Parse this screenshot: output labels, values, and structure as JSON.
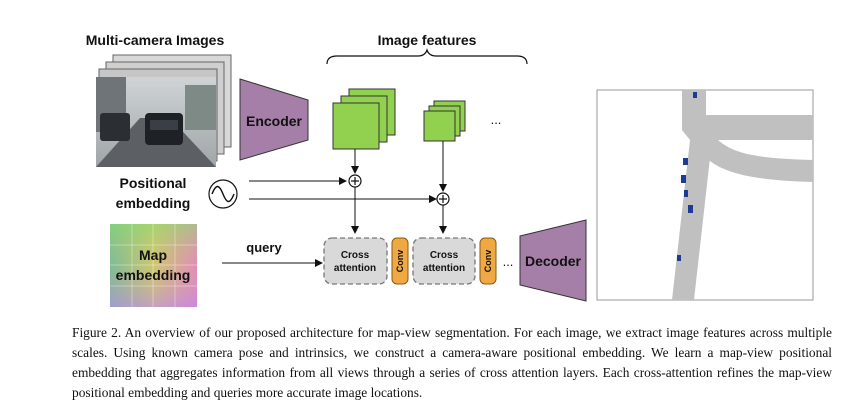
{
  "labels": {
    "multi_camera": "Multi-camera Images",
    "image_features": "Image features",
    "encoder": "Encoder",
    "ellipsis1": "...",
    "positional1": "Positional",
    "positional2": "embedding",
    "map1": "Map",
    "map2": "embedding",
    "query": "query",
    "cross1a": "Cross",
    "cross1b": "attention",
    "cross2a": "Cross",
    "cross2b": "attention",
    "conv1": "Conv",
    "conv2": "Conv",
    "ellipsis2": "...",
    "decoder": "Decoder"
  },
  "caption": "Figure 2. An overview of our proposed architecture for map-view segmentation. For each image, we extract image features across multiple scales. Using known camera pose and intrinsics, we construct a camera-aware positional embedding. We learn a map-view positional embedding that aggregates information from all views through a series of cross attention layers. Each cross-attention refines the map-view positional embedding and queries more accurate image locations.",
  "colors": {
    "purple": "#a67fa8",
    "green": "#92d050",
    "orange": "#f0a843",
    "attention_fill": "#d9d9d9",
    "road": "#c0c0c0",
    "vehicle": "#1f3a93"
  }
}
